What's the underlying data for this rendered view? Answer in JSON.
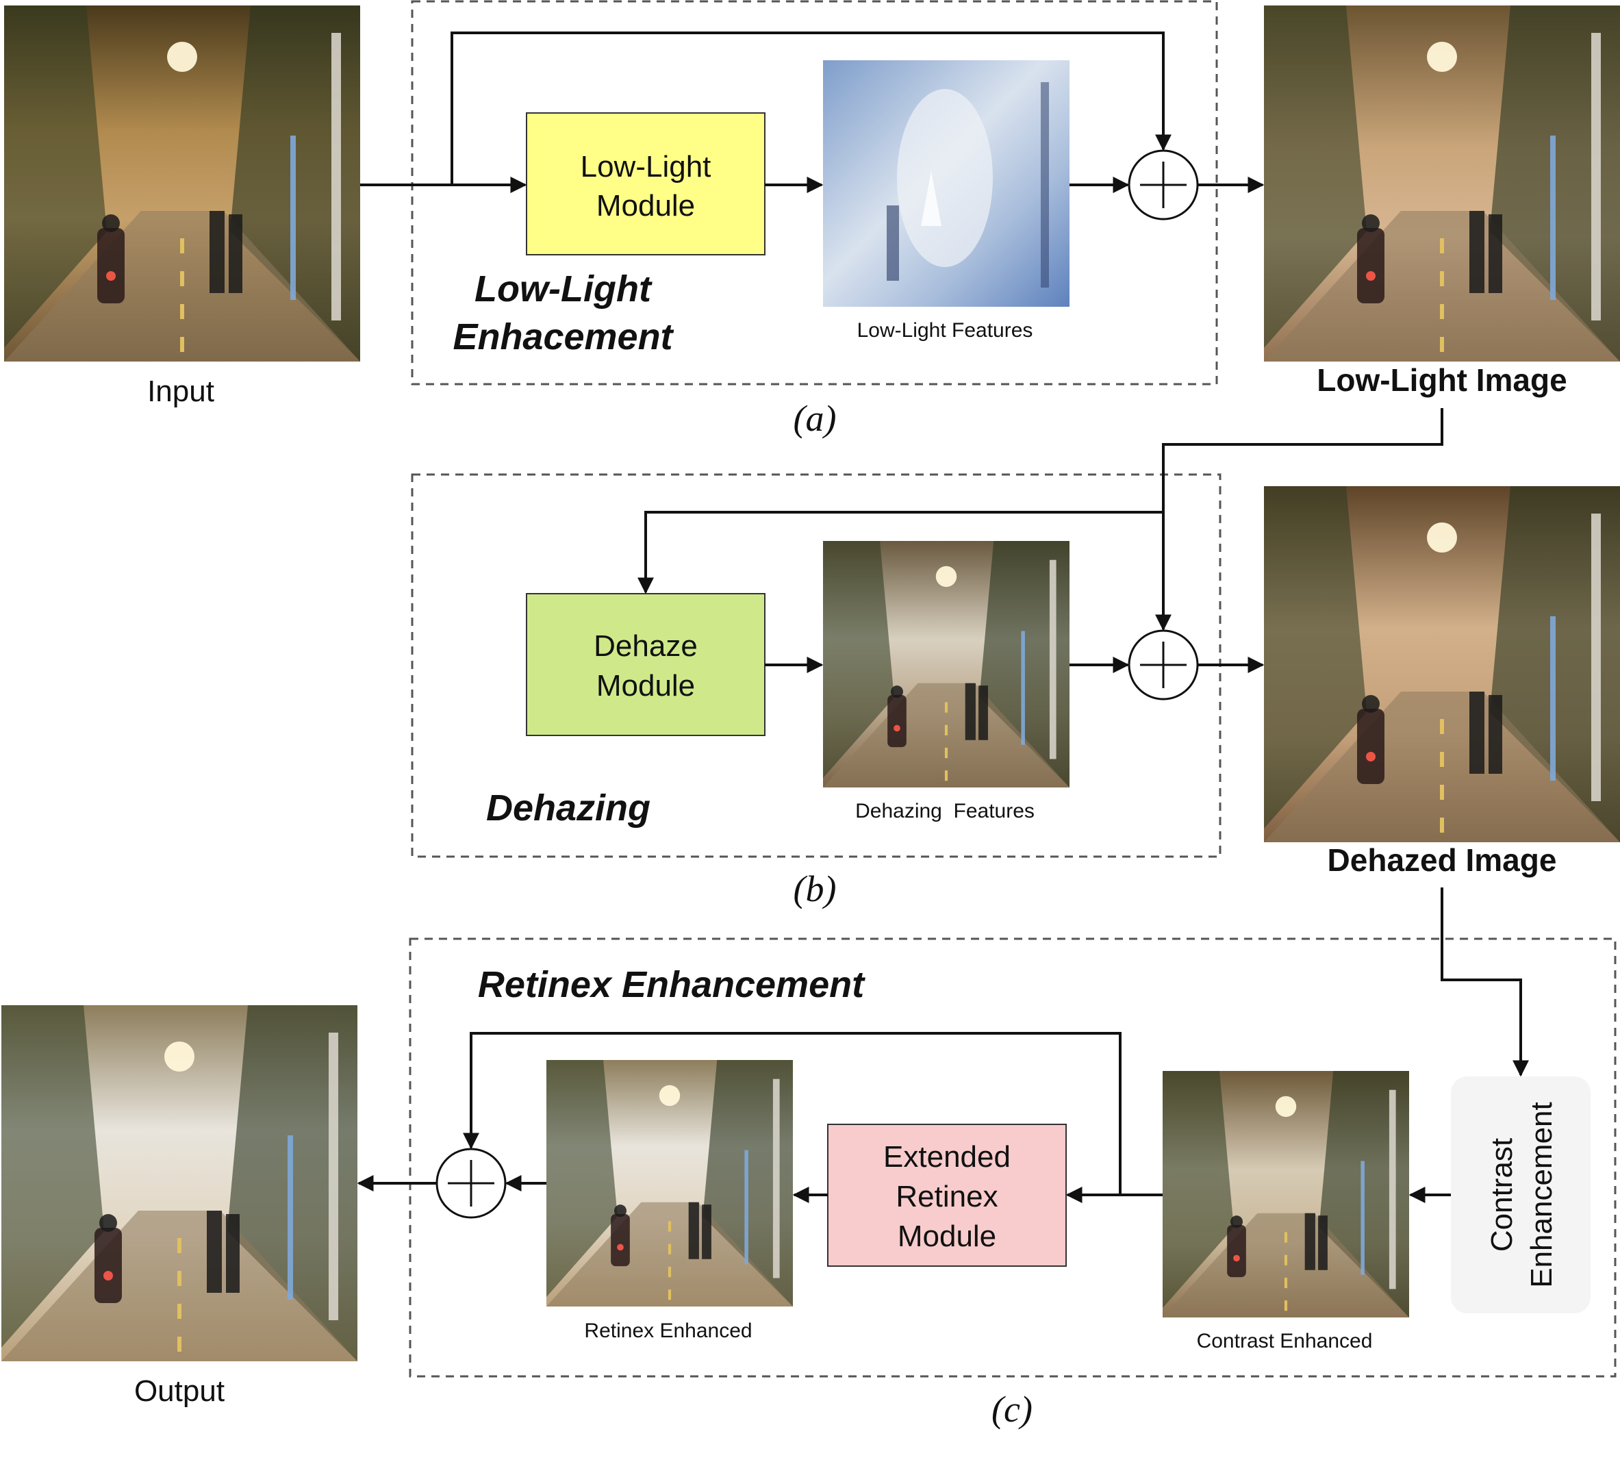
{
  "panels": {
    "a": {
      "caption": "(a)",
      "title_line1": "Low-Light",
      "title_line2": "Enhacement",
      "module_line1": "Low-Light",
      "module_line2": "Module",
      "features_label": "Low-Light Features",
      "module_color": "#ffff88"
    },
    "b": {
      "caption": "(b)",
      "title": "Dehazing",
      "module_line1": "Dehaze",
      "module_line2": "Module",
      "features_label": "Dehazing  Features",
      "module_color": "#cfe98a"
    },
    "c": {
      "caption": "(c)",
      "title": "Retinex Enhancement",
      "module_line1": "Extended",
      "module_line2": "Retinex",
      "module_line3": "Module",
      "retinex_label": "Retinex Enhanced",
      "contrast_label": "Contrast Enhanced",
      "contrast_box_line1": "Contrast",
      "contrast_box_line2": "Enhancement",
      "module_color": "#f8cccc",
      "contrast_box_color": "#f4f4f4"
    }
  },
  "images": {
    "input_label": "Input",
    "lowlight_label": "Low-Light Image",
    "dehazed_label": "Dehazed Image",
    "output_label": "Output"
  }
}
